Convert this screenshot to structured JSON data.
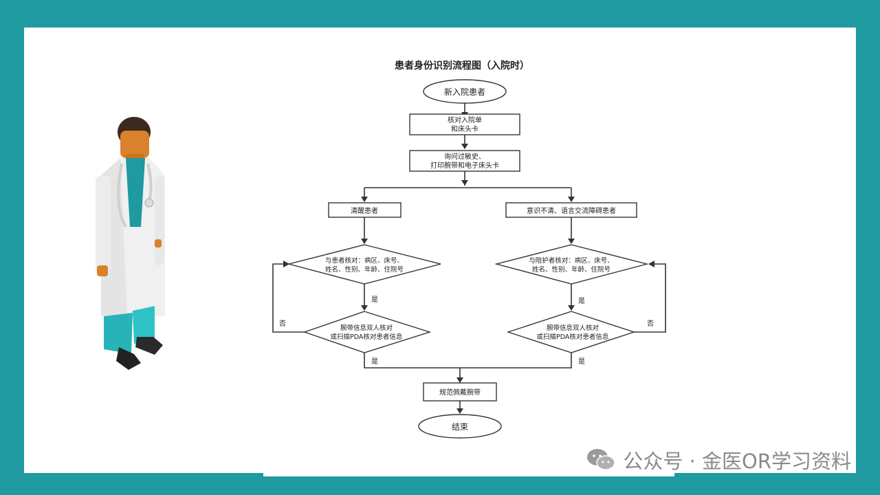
{
  "flowchart": {
    "title": "患者身份识别流程图（入院时）",
    "start": "新入院患者",
    "step1": [
      "核对入院单",
      "和床头卡"
    ],
    "step2": [
      "询问过敏史、",
      "打印腕带和电子床头卡"
    ],
    "left_branch": "清醒患者",
    "right_branch": "意识不清、语言交流障碍患者",
    "left_check": [
      "与患者核对：病区、床号、",
      "姓名、性别、年龄、住院号"
    ],
    "right_check": [
      "与陪护者核对：病区、床号、",
      "姓名、性别、年龄、住院号"
    ],
    "left_verify": [
      "腕带信息双人核对",
      "或扫描PDA核对患者信息"
    ],
    "right_verify": [
      "腕带信息双人核对",
      "或扫描PDA核对患者信息"
    ],
    "yes": "是",
    "no": "否",
    "wear": "规范佩戴腕带",
    "end": "结束"
  },
  "watermark": {
    "text": "公众号 · 金医OR学习资料",
    "icon": "wechat-icon"
  },
  "illustration": {
    "name": "doctor-illustration"
  },
  "colors": {
    "background": "#1e9aa0",
    "slide": "#ffffff"
  }
}
